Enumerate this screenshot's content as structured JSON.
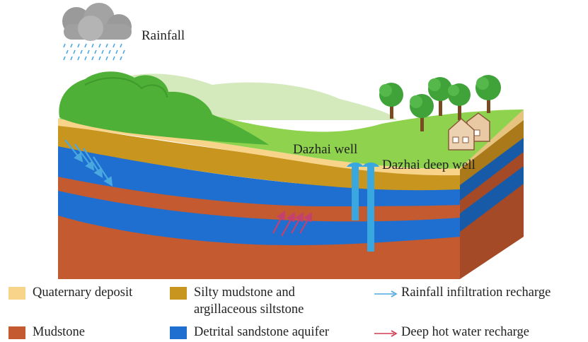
{
  "labels": {
    "rainfall": "Rainfall",
    "dazhai_well": "Dazhai well",
    "dazhai_deep_well": "Dazhai deep well"
  },
  "legend": {
    "quaternary": "Quaternary deposit",
    "silty_line1": "Silty mudstone and",
    "silty_line2": "argillaceous siltstone",
    "rainfall_recharge": "Rainfall infiltration recharge",
    "mudstone": "Mudstone",
    "aquifer": "Detrital sandstone aquifer",
    "hot_water": "Deep hot water recharge"
  },
  "colors": {
    "quaternary": "#f7d48a",
    "silty": "#c8951e",
    "mudstone": "#c35a30",
    "aquifer": "#1f6fd0",
    "rainfall_arrow": "#4aa8e0",
    "hot_arrow": "#cf3a52",
    "grass": "#8ed24e"
  }
}
